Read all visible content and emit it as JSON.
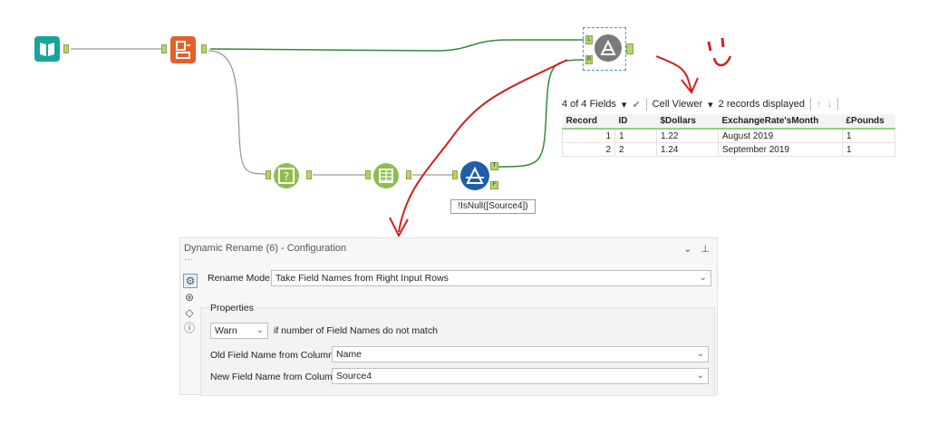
{
  "canvas": {
    "filter_expression": "!IsNull([Source4])",
    "anchors": {
      "left": "L",
      "right": "R",
      "true": "T",
      "false": "F"
    },
    "annotation_colors": {
      "red": "#d42020",
      "connection": "#2e8b3d",
      "gray": "#9a9a9a"
    },
    "tools": [
      "input-data-icon",
      "record-id-icon",
      "dynamic-rename-icon",
      "sample-icon",
      "select-icon",
      "filter-icon"
    ]
  },
  "results": {
    "fields_label": "4 of 4 Fields",
    "viewer_label": "Cell Viewer",
    "records_label": "2 records displayed",
    "columns": [
      "Record",
      "ID",
      "$Dollars",
      "ExchangeRate'sMonth",
      "£Pounds"
    ],
    "rows": [
      [
        "1",
        "1",
        "1.22",
        "August 2019",
        "1"
      ],
      [
        "2",
        "2",
        "1.24",
        "September 2019",
        "1"
      ]
    ]
  },
  "config": {
    "title": "Dynamic Rename (6) - Configuration",
    "rename_mode_label": "Rename Mode:",
    "rename_mode_value": "Take Field Names from Right Input Rows",
    "properties_label": "Properties",
    "mismatch_value": "Warn",
    "mismatch_text": "if number of Field Names do not match",
    "old_field_label": "Old Field Name from Column",
    "old_field_value": "Name",
    "new_field_label": "New Field Name from Column",
    "new_field_value": "Source4"
  }
}
